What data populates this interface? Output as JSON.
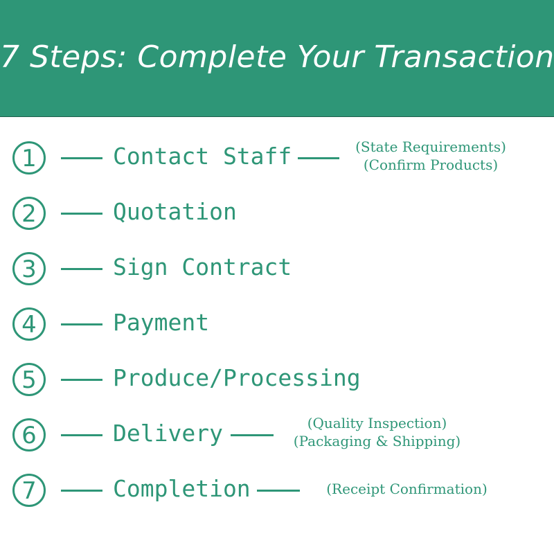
{
  "title": "7 Steps: Complete Your Transaction",
  "colors": {
    "accent": "#2e9677",
    "header_text": "#ffffff",
    "background": "#ffffff"
  },
  "steps": [
    {
      "number": "1",
      "label": "Contact Staff",
      "notes": [
        "(State Requirements)",
        "(Confirm Products)"
      ]
    },
    {
      "number": "2",
      "label": "Quotation",
      "notes": []
    },
    {
      "number": "3",
      "label": "Sign Contract",
      "notes": []
    },
    {
      "number": "4",
      "label": "Payment",
      "notes": []
    },
    {
      "number": "5",
      "label": "Produce/Processing",
      "notes": []
    },
    {
      "number": "6",
      "label": "Delivery",
      "notes": [
        "(Quality Inspection)",
        "(Packaging & Shipping)"
      ]
    },
    {
      "number": "7",
      "label": "Completion",
      "notes": [
        "(Receipt Confirmation)"
      ]
    }
  ]
}
